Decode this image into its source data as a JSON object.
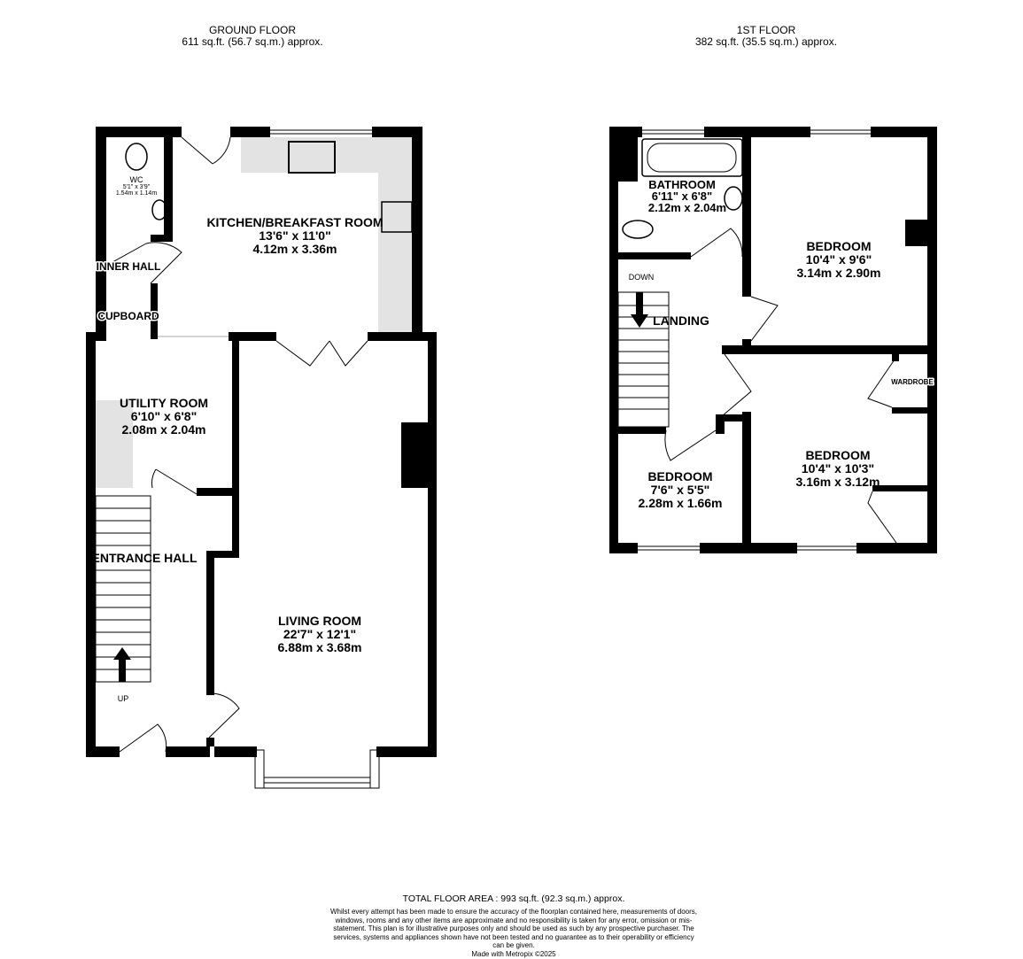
{
  "ground_floor": {
    "title": "GROUND FLOOR",
    "area": "611 sq.ft. (56.7 sq.m.) approx."
  },
  "first_floor": {
    "title": "1ST FLOOR",
    "area": "382 sq.ft. (35.5 sq.m.) approx."
  },
  "rooms": {
    "wc": {
      "name": "WC",
      "imperial": "5'1\"  x 3'9\"",
      "metric": "1.54m  x 1.14m"
    },
    "kitchen": {
      "name": "KITCHEN/BREAKFAST ROOM",
      "imperial": "13'6\"  x 11'0\"",
      "metric": "4.12m  x 3.36m"
    },
    "inner_hall": {
      "name": "INNER HALL"
    },
    "cupboard": {
      "name": "CUPBOARD"
    },
    "utility": {
      "name": "UTILITY ROOM",
      "imperial": "6'10\"  x 6'8\"",
      "metric": "2.08m  x 2.04m"
    },
    "entrance_hall": {
      "name": "ENTRANCE HALL",
      "stairs": "UP"
    },
    "living": {
      "name": "LIVING ROOM",
      "imperial": "22'7\"  x 12'1\"",
      "metric": "6.88m  x 3.68m"
    },
    "bathroom": {
      "name": "BATHROOM",
      "imperial": "6'11\"  x 6'8\"",
      "metric": "2.12m  x 2.04m"
    },
    "bedroom1": {
      "name": "BEDROOM",
      "imperial": "10'4\"  x 9'6\"",
      "metric": "3.14m  x 2.90m"
    },
    "landing": {
      "name": "LANDING",
      "stairs": "DOWN"
    },
    "wardrobe": {
      "name": "WARDROBE"
    },
    "bedroom2": {
      "name": "BEDROOM",
      "imperial": "10'4\"  x 10'3\"",
      "metric": "3.16m  x 3.12m"
    },
    "bedroom3": {
      "name": "BEDROOM",
      "imperial": "7'6\"  x 5'5\"",
      "metric": "2.28m  x 1.66m"
    }
  },
  "footer": {
    "total": "TOTAL FLOOR AREA : 993 sq.ft. (92.3 sq.m.) approx.",
    "disclaimer": "Whilst every attempt has been made to ensure the accuracy of the floorplan contained here, measurements of doors, windows, rooms and any other items are approximate and no responsibility is taken for any error, omission or mis-statement. This plan is for illustrative purposes only and should be used as such by any prospective purchaser. The services, systems and appliances shown have not been tested and no guarantee as to their operability or efficiency can be given.",
    "credit": "Made with Metropix ©2025"
  },
  "colors": {
    "wall": "#000000",
    "counter": "#e3e3e3"
  }
}
